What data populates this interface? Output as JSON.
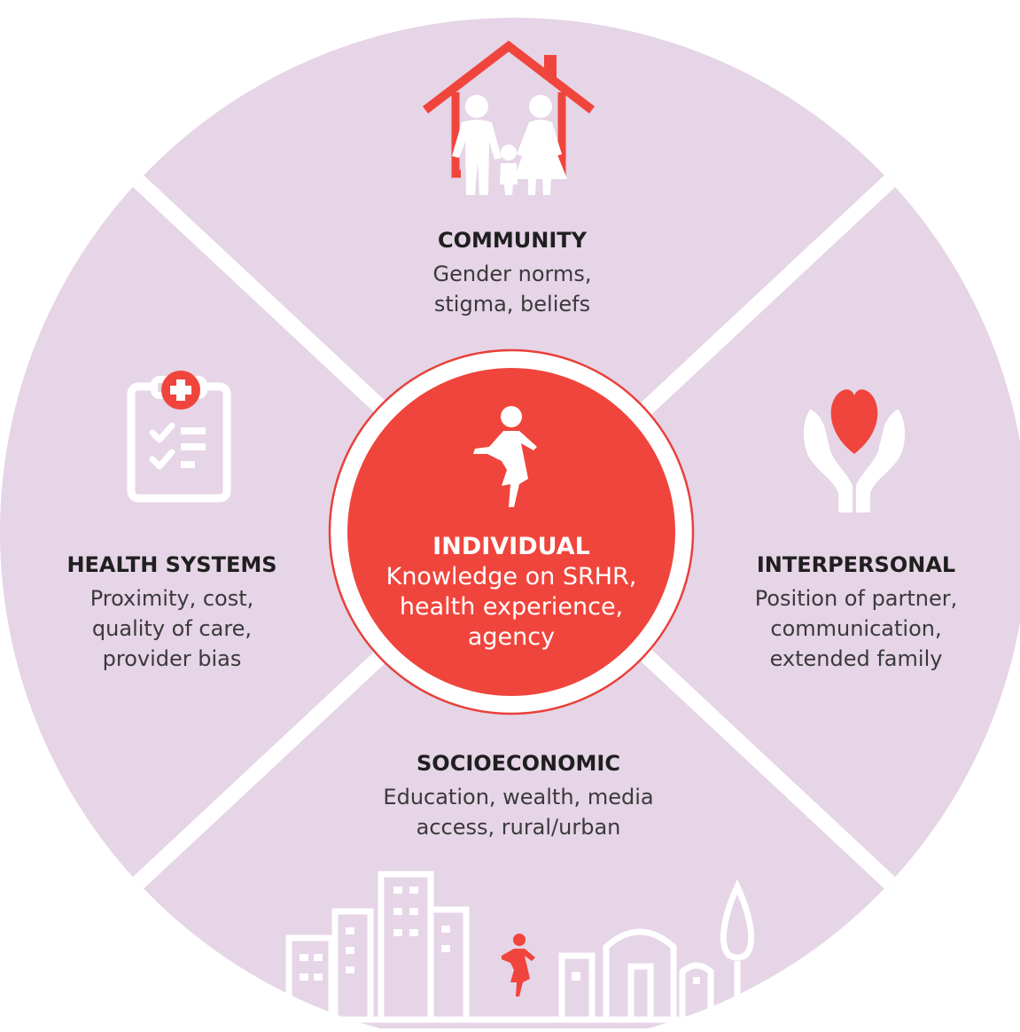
{
  "colors": {
    "sector_fill": "#e6d4e7",
    "divider": "#ffffff",
    "accent_red": "#f0453c",
    "ring": "#e8403a",
    "icon_white": "#ffffff"
  },
  "icons": {
    "community": "family-house-icon",
    "health_systems": "medical-clipboard-icon",
    "interpersonal": "heart-in-hands-icon",
    "individual": "girl-figure-icon",
    "socioeconomic": "city-skyline-icon"
  },
  "community": {
    "title": "COMMUNITY",
    "desc": "Gender norms,\nstigma, beliefs"
  },
  "health_systems": {
    "title": "HEALTH SYSTEMS",
    "desc": "Proximity, cost,\nquality of care,\nprovider bias"
  },
  "interpersonal": {
    "title": "INTERPERSONAL",
    "desc": "Position of partner,\ncommunication,\nextended family"
  },
  "socioeconomic": {
    "title": "SOCIOECONOMIC",
    "desc": "Education, wealth, media\naccess, rural/urban"
  },
  "individual": {
    "title": "INDIVIDUAL",
    "desc": "Knowledge on SRHR,\nhealth experience,\nagency"
  }
}
